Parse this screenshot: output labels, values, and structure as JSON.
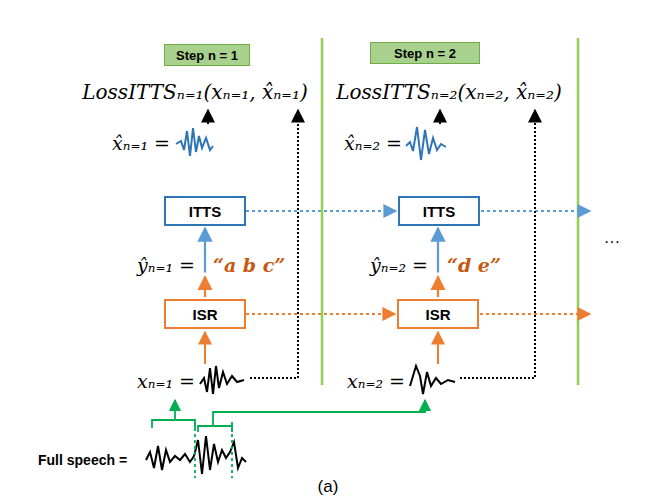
{
  "diagram": {
    "caption": "(a)",
    "nodes": [
      {
        "text": [
          "Step n = 1"
        ]
      },
      {
        "text": [
          "Step n = 2"
        ]
      },
      {
        "text": [
          "ITTS"
        ]
      },
      {
        "text": [
          "ITTS"
        ]
      },
      {
        "text": [
          "ISR"
        ]
      },
      {
        "text": [
          "ISR"
        ]
      }
    ],
    "edges": [
      {
        "from": 4,
        "to": 2,
        "arrow": "to"
      },
      {
        "from": 5,
        "to": 3,
        "arrow": "to"
      },
      {
        "from": 4,
        "to": 5,
        "arrow": "to"
      },
      {
        "from": 2,
        "to": 3,
        "arrow": "to"
      }
    ],
    "labels": [
      "LossITTSₙ₌₁(xₙ₌₁, x̂ₙ₌₁)",
      "LossITTSₙ₌₂(xₙ₌₂, x̂ₙ₌₂)",
      "x̂ₙ₌₁ =",
      "x̂ₙ₌₂ =",
      "ŷₙ₌₁ =",
      "“a b c”",
      "ŷₙ₌₂ =",
      "“d e”",
      "xₙ₌₁ =",
      "xₙ₌₂ =",
      "…",
      "Full speech ="
    ]
  }
}
